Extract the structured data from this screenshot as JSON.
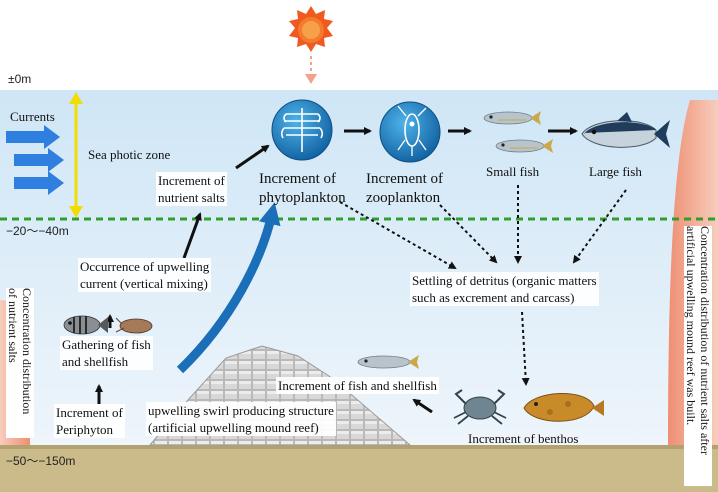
{
  "depths": {
    "surface": "±0m",
    "photic_bottom": "−20〜−40m",
    "seabed": "−50〜−150m"
  },
  "labels": {
    "currents": "Currents",
    "photic_zone": "Sea photic zone",
    "nutrient_salts": [
      "Increment of",
      "nutrient salts"
    ],
    "phytoplankton": [
      "Increment of",
      "phytoplankton"
    ],
    "zooplankton": [
      "Increment of",
      "zooplankton"
    ],
    "small_fish": "Small fish",
    "large_fish": "Large fish",
    "upwelling": [
      "Occurrence of upwelling",
      "current (vertical mixing)"
    ],
    "detritus": [
      "Settling of detritus (organic matters",
      "such as excrement and carcass)"
    ],
    "gathering": [
      "Gathering of fish",
      "and shellfish"
    ],
    "fish_shellfish": "Increment of fish and shellfish",
    "periphyton": [
      "Increment of",
      "Periphyton"
    ],
    "structure": [
      "upwelling swirl producing structure",
      "(artificial upwelling mound reef)"
    ],
    "benthos": "Increment of benthos",
    "conc_left": [
      "Concentration distribution",
      "of nutrient salts"
    ],
    "conc_right": [
      "Concentration distribution of nutrient salts after",
      "artificial upwelling mound reef was built."
    ]
  },
  "colors": {
    "water_top": "#cfe6f6",
    "water_bottom": "#e9f3fa",
    "seabed": "#cbbb8a",
    "photic_line": "#2f9e2f",
    "arrow_yellow": "#f2dd00",
    "current_blue": "#2e7fe0",
    "upwelling_blue": "#1a6fb8",
    "concentration": "#f1a68e",
    "sun": "#f05a1e"
  }
}
